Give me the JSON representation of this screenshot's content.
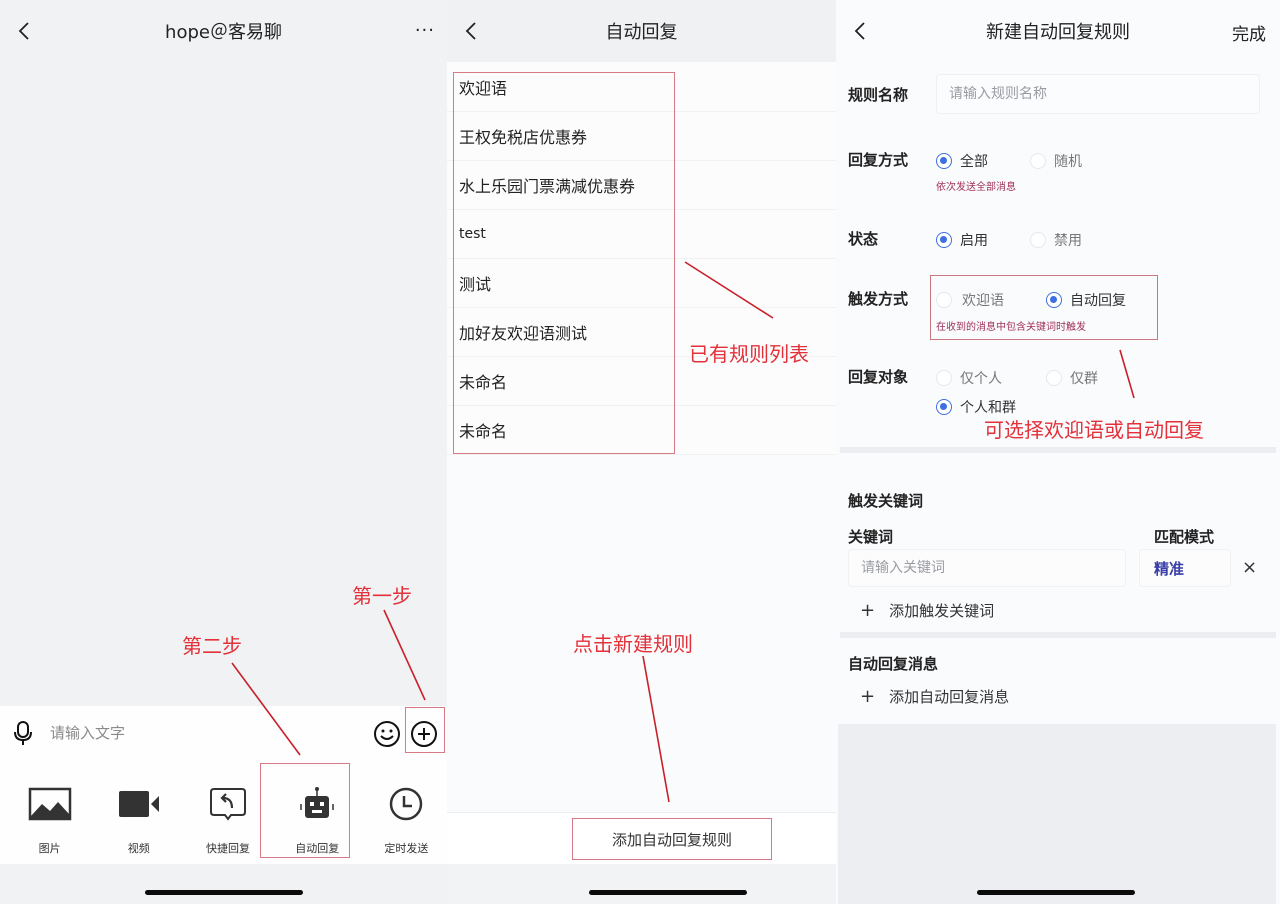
{
  "panel1": {
    "title": "hope＠客易聊",
    "more_label": "···",
    "input_placeholder": "请输入文字",
    "tools": [
      {
        "icon": "image-icon",
        "label": "图片"
      },
      {
        "icon": "video-icon",
        "label": "视频"
      },
      {
        "icon": "quick-reply-icon",
        "label": "快捷回复"
      },
      {
        "icon": "robot-icon",
        "label": "自动回复"
      },
      {
        "icon": "clock-icon",
        "label": "定时发送"
      }
    ],
    "annotations": {
      "step1": "第一步",
      "step2": "第二步"
    }
  },
  "panel2": {
    "title": "自动回复",
    "rules": [
      "欢迎语",
      "王权免税店优惠券",
      "水上乐园门票满减优惠券",
      "test",
      "测试",
      "加好友欢迎语测试",
      "未命名",
      "未命名"
    ],
    "add_rule_label": "添加自动回复规则",
    "annotations": {
      "existing_list": "已有规则列表",
      "click_new": "点击新建规则"
    }
  },
  "panel3": {
    "title": "新建自动回复规则",
    "done_label": "完成",
    "rule_name": {
      "label": "规则名称",
      "placeholder": "请输入规则名称"
    },
    "reply_mode": {
      "label": "回复方式",
      "options": [
        {
          "label": "全部",
          "selected": true
        },
        {
          "label": "随机",
          "selected": false
        }
      ],
      "hint": "依次发送全部消息"
    },
    "status": {
      "label": "状态",
      "options": [
        {
          "label": "启用",
          "selected": true
        },
        {
          "label": "禁用",
          "selected": false
        }
      ]
    },
    "trigger_mode": {
      "label": "触发方式",
      "options": [
        {
          "label": "欢迎语",
          "selected": false
        },
        {
          "label": "自动回复",
          "selected": true
        }
      ],
      "hint": "在收到的消息中包含关键词时触发"
    },
    "reply_target": {
      "label": "回复对象",
      "options": [
        {
          "label": "仅个人",
          "selected": false
        },
        {
          "label": "仅群",
          "selected": false
        },
        {
          "label": "个人和群",
          "selected": true
        }
      ]
    },
    "keywords": {
      "section_title": "触发关键词",
      "keyword_label": "关键词",
      "match_label": "匹配模式",
      "placeholder": "请输入关键词",
      "match_value": "精准",
      "remove_label": "×",
      "add_label": "添加触发关键词"
    },
    "messages": {
      "section_title": "自动回复消息",
      "add_label": "添加自动回复消息"
    },
    "annotations": {
      "trigger_note": "可选择欢迎语或自动回复"
    }
  },
  "colors": {
    "annotation": "#e3313a",
    "highlight_box": "#d87a86",
    "radio_accent": "#3e6fe0",
    "hint": "#a0325a",
    "match_text": "#3a3ea8"
  }
}
